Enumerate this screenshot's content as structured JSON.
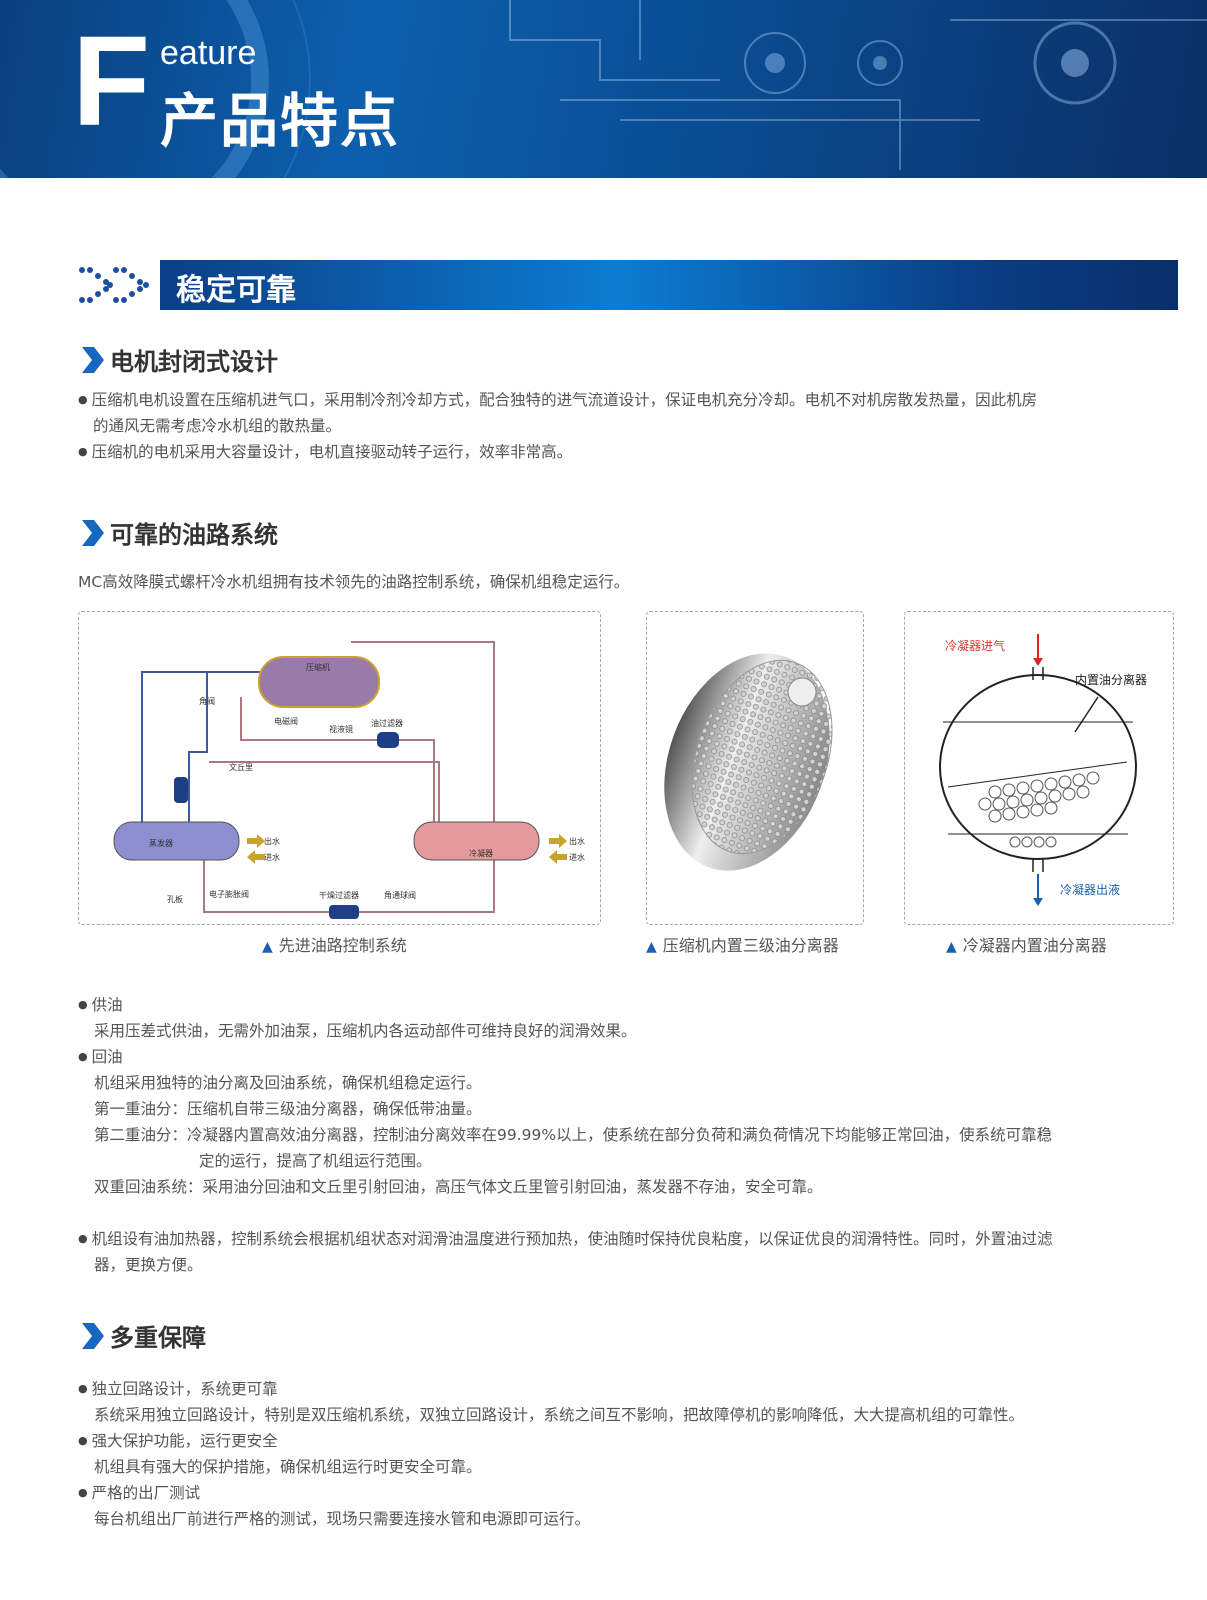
{
  "header": {
    "letter": "F",
    "word": "eature",
    "title": "产品特点"
  },
  "section": {
    "title": "稳定可靠"
  },
  "motor": {
    "heading": "电机封闭式设计",
    "bullets": [
      "压缩机电机设置在压缩机进气口，采用制冷剂冷却方式，配合独特的进气流道设计，保证电机充分冷却。电机不对机房散发热量，因此机房",
      "的通风无需考虑冷水机组的散热量。",
      "压缩机的电机采用大容量设计，电机直接驱动转子运行，效率非常高。"
    ]
  },
  "oil": {
    "heading": "可靠的油路系统",
    "intro": "MC高效降膜式螺杆冷水机组拥有技术领先的油路控制系统，确保机组稳定运行。",
    "diagram": {
      "compressor": "压缩机",
      "angle_valve": "角阀",
      "solenoid": "电磁阀",
      "sight_glass": "视液镜",
      "oil_filter": "油过滤器",
      "venturi": "文丘里",
      "evaporator": "蒸发器",
      "condenser": "冷凝器",
      "water_out": "出水",
      "water_in": "进水",
      "orifice": "孔板",
      "exv": "电子膨胀阀",
      "dry_filter": "干燥过滤器",
      "ball_valve": "角通球阀"
    },
    "separator_labels": {
      "gas_in": "冷凝器进气",
      "inner": "内置油分离器",
      "liquid_out": "冷凝器出液"
    },
    "captions": [
      "先进油路控制系统",
      "压缩机内置三级油分离器",
      "冷凝器内置油分离器"
    ],
    "supply_title": "供油",
    "supply_text": "采用压差式供油，无需外加油泵，压缩机内各运动部件可维持良好的润滑效果。",
    "return_title": "回油",
    "return_lines": [
      "机组采用独特的油分离及回油系统，确保机组稳定运行。",
      "第一重油分：压缩机自带三级油分离器，确保低带油量。",
      "第二重油分：冷凝器内置高效油分离器，控制油分离效率在99.99%以上，使系统在部分负荷和满负荷情况下均能够正常回油，使系统可靠稳",
      "定的运行，提高了机组运行范围。",
      "双重回油系统：采用油分回油和文丘里引射回油，高压气体文丘里管引射回油，蒸发器不存油，安全可靠。"
    ],
    "heater_lines": [
      "机组设有油加热器，控制系统会根据机组状态对润滑油温度进行预加热，使油随时保持优良粘度，以保证优良的润滑特性。同时，外置油过滤",
      "器，更换方便。"
    ]
  },
  "protect": {
    "heading": "多重保障",
    "items": [
      {
        "title": "独立回路设计，系统更可靠",
        "text": "系统采用独立回路设计，特别是双压缩机系统，双独立回路设计，系统之间互不影响，把故障停机的影响降低，大大提高机组的可靠性。"
      },
      {
        "title": "强大保护功能，运行更安全",
        "text": "机组具有强大的保护措施，确保机组运行时更安全可靠。"
      },
      {
        "title": "严格的出厂测试",
        "text": "每台机组出厂前进行严格的测试，现场只需要连接水管和电源即可运行。"
      }
    ]
  },
  "colors": {
    "brand_blue": "#0d6fc4",
    "dark_blue": "#0b3e86"
  }
}
